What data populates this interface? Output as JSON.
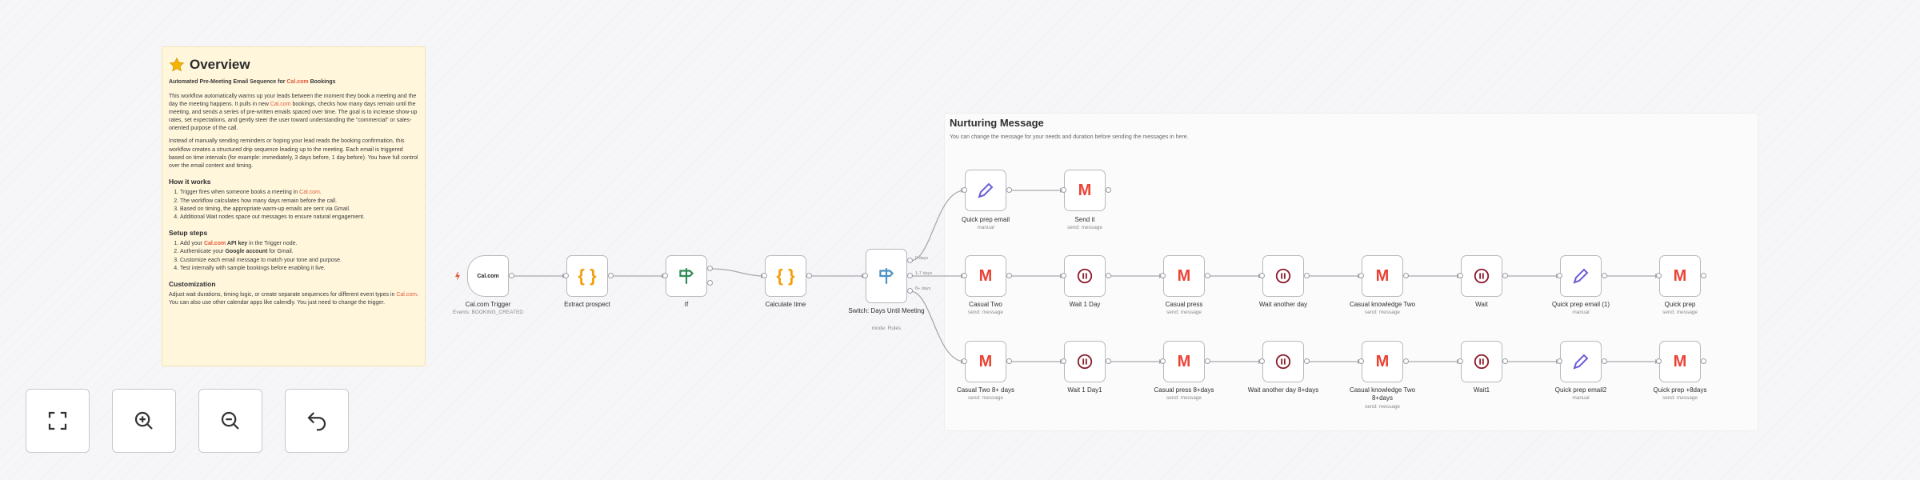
{
  "sticky": {
    "title": "Overview",
    "subtitle_pre": "Automated Pre-Meeting Email Sequence for ",
    "subtitle_hl": "Cal.com",
    "subtitle_post": " Bookings",
    "p1_a": "This workflow automatically warms up your leads between the moment they book a meeting and the day the meeting happens. It pulls in new ",
    "p1_hl": "Cal.com",
    "p1_b": " bookings, checks how many days remain until the meeting, and sends a series of pre-written emails spaced over time. The goal is to increase show-up rates, set expectations, and gently steer the user toward understanding the \"commercial\" or sales-oriented purpose of the call.",
    "p2": "Instead of manually sending reminders or hoping your lead reads the booking confirmation, this workflow creates a structured drip sequence leading up to the meeting. Each email is triggered based on time intervals (for example: immediately, 3 days before, 1 day before). You have full control over the email content and timing.",
    "how_title": "How it works",
    "how_1a": "Trigger fires when someone books a meeting in ",
    "how_1hl": "Cal.com",
    "how_1b": ".",
    "how_2": "The workflow calculates how many days remain before the call.",
    "how_3": "Based on timing, the appropriate warm-up emails are sent via Gmail.",
    "how_4": "Additional Wait nodes space out messages to ensure natural engagement.",
    "setup_title": "Setup steps",
    "setup_1a": "Add your ",
    "setup_1hl": "Cal.com",
    "setup_1b": " API key",
    "setup_1c": " in the Trigger node.",
    "setup_2a": "Authenticate your ",
    "setup_2b": "Google account",
    "setup_2c": " for Gmail.",
    "setup_3": "Customize each email message to match your tone and purpose.",
    "setup_4": "Test internally with sample bookings before enabling it live.",
    "cust_title": "Customization",
    "cust_a": "Adjust wait durations, timing logic, or create separate sequences for different event types in ",
    "cust_hl": "Cal.com",
    "cust_b": ". You can also use other calendar apps like calendly. You just need to change the trigger."
  },
  "group": {
    "title": "Nurturing Message",
    "description": "You can change the message for your needs and duration before sending the messages in here."
  },
  "nodes": {
    "trigger": {
      "label": "Cal.com Trigger",
      "sub": "Events: BOOKING_CREATED",
      "icon_text": "Cal.com"
    },
    "extract": {
      "label": "Extract prospect"
    },
    "if": {
      "label": "If"
    },
    "calc": {
      "label": "Calculate time"
    },
    "switch": {
      "label": "Switch: Days Until Meeting",
      "sub": "mode: Rules",
      "out0": "0 days",
      "out1": "1-7 days",
      "out2": "8+ days"
    },
    "quickprep_email": {
      "label": "Quick prep email",
      "sub": "manual"
    },
    "send_it": {
      "label": "Send it",
      "sub": "send: message"
    },
    "casual_two": {
      "label": "Casual Two",
      "sub": "send: message"
    },
    "wait_1day": {
      "label": "Wait 1 Day"
    },
    "casual_press": {
      "label": "Casual press",
      "sub": "send: message"
    },
    "wait_another": {
      "label": "Wait another day"
    },
    "casual_knowledge": {
      "label": "Casual knowledge Two",
      "sub": "send: message"
    },
    "wait": {
      "label": "Wait"
    },
    "quickprep_email1": {
      "label": "Quick prep email (1)",
      "sub": "manual"
    },
    "quickprep": {
      "label": "Quick prep",
      "sub": "send: message"
    },
    "casual_two8": {
      "label": "Casual Two 8+ days",
      "sub": "send: message"
    },
    "wait_1day1": {
      "label": "Wait 1 Day1"
    },
    "casual_press8": {
      "label": "Casual press 8+days",
      "sub": "send: message"
    },
    "wait_another8": {
      "label": "Wait another day 8+days"
    },
    "casual_knowledge8": {
      "label": "Casual knowledge Two 8+days",
      "sub": "send: message"
    },
    "wait1": {
      "label": "Wait1"
    },
    "quickprep_email2": {
      "label": "Quick prep email2",
      "sub": "manual"
    },
    "quickprep8": {
      "label": "Quick prep +8days",
      "sub": "send: message"
    }
  },
  "colors": {
    "accent": "#e0593a",
    "code": "#f59e0b",
    "if": "#2e8b57",
    "switch": "#4a90c2",
    "edit": "#6b5fd6",
    "wait": "#8b1d2c"
  },
  "controls": {
    "fit": "fit-view-icon",
    "zoom_in": "zoom-in-icon",
    "zoom_out": "zoom-out-icon",
    "reset": "reset-zoom-icon"
  }
}
